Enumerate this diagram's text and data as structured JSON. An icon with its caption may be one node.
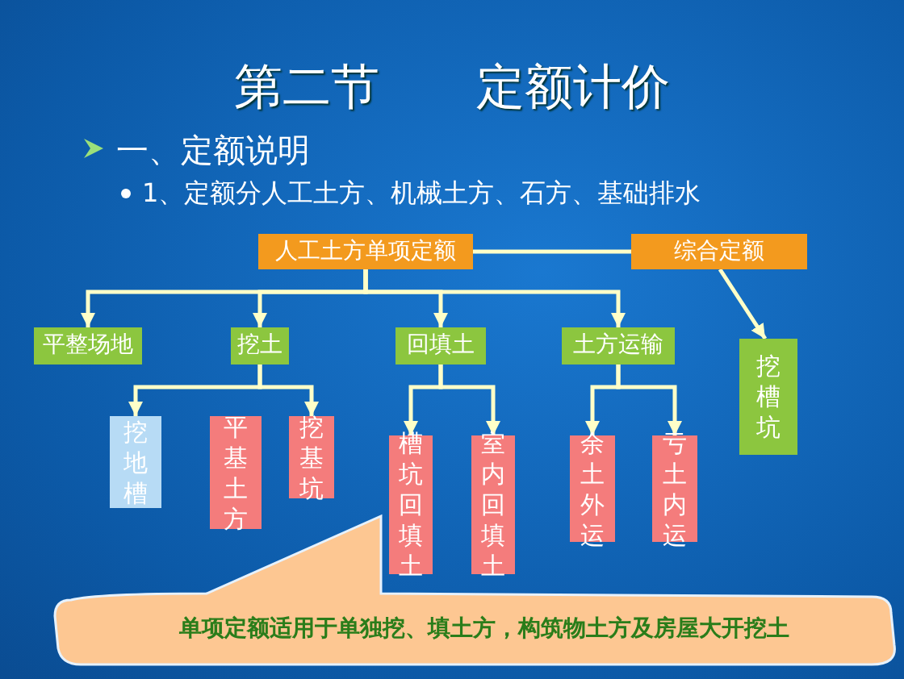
{
  "diagram": {
    "title": "第二节　　定额计价",
    "nodes": [
      {
        "text": [
          "人工土方单项定额"
        ]
      },
      {
        "text": [
          "综合定额"
        ]
      },
      {
        "text": [
          "平整场地"
        ]
      },
      {
        "text": [
          "挖土"
        ]
      },
      {
        "text": [
          "回填土"
        ]
      },
      {
        "text": [
          "土方运输"
        ]
      },
      {
        "text": [
          "挖槽坑"
        ]
      },
      {
        "text": [
          "挖地槽"
        ]
      },
      {
        "text": [
          "平基土方"
        ]
      },
      {
        "text": [
          "挖基坑"
        ]
      },
      {
        "text": [
          "槽坑回填土"
        ]
      },
      {
        "text": [
          "室内回填土"
        ]
      },
      {
        "text": [
          "余土外运"
        ]
      },
      {
        "text": [
          "亏土内运"
        ]
      },
      {
        "text": [
          "单项定额适用于单独挖、填土方，构筑物土方及房屋大开挖土"
        ]
      }
    ],
    "edges": [
      {
        "from": 0,
        "to": 1,
        "arrow": "none"
      },
      {
        "from": 0,
        "to": 2,
        "arrow": "to"
      },
      {
        "from": 0,
        "to": 3,
        "arrow": "to"
      },
      {
        "from": 0,
        "to": 4,
        "arrow": "to"
      },
      {
        "from": 0,
        "to": 5,
        "arrow": "to"
      },
      {
        "from": 1,
        "to": 6,
        "arrow": "to"
      },
      {
        "from": 3,
        "to": 7,
        "arrow": "to"
      },
      {
        "from": 3,
        "to": 9,
        "arrow": "to"
      },
      {
        "from": 4,
        "to": 10,
        "arrow": "to"
      },
      {
        "from": 4,
        "to": 11,
        "arrow": "to"
      },
      {
        "from": 5,
        "to": 12,
        "arrow": "to"
      },
      {
        "from": 5,
        "to": 13,
        "arrow": "to"
      }
    ],
    "labels": [
      "一、定额说明",
      "1、定额分人工土方、机械土方、石方、基础排水"
    ]
  }
}
